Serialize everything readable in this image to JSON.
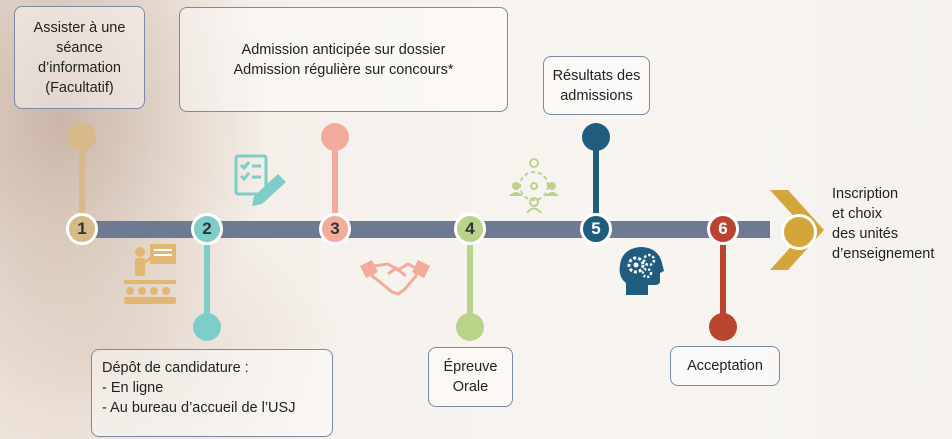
{
  "steps": [
    {
      "number": "1",
      "lines": [
        "Assister à une",
        "séance",
        "d’information",
        "(Facultatif)"
      ]
    },
    {
      "number": "2",
      "lines": [
        "Dépôt de candidature :",
        "- En ligne",
        "- Au bureau d’accueil de l’USJ"
      ]
    },
    {
      "number": "3",
      "lines": [
        "Admission anticipée sur dossier",
        "Admission régulière sur concours*"
      ]
    },
    {
      "number": "4",
      "lines": [
        "Épreuve",
        "Orale"
      ]
    },
    {
      "number": "5",
      "lines": [
        "Résultats des",
        "admissions"
      ]
    },
    {
      "number": "6",
      "lines": [
        "Acceptation"
      ]
    }
  ],
  "final": {
    "lines": [
      "Inscription",
      "et choix",
      "des unités",
      "d’enseignement"
    ]
  },
  "colors": {
    "bar": "#6d7a92",
    "step1": "#d8b98a",
    "step2": "#7dcdc9",
    "step3": "#f1ac9c",
    "step4": "#b9d38b",
    "step5": "#205c7e",
    "step6": "#b9442f",
    "final": "#d4a63a"
  },
  "icons": [
    "checklist-pencil-icon",
    "presenter-audience-icon",
    "handshake-icon",
    "people-network-icon",
    "head-gears-icon",
    "chevron-arrow-icon"
  ]
}
